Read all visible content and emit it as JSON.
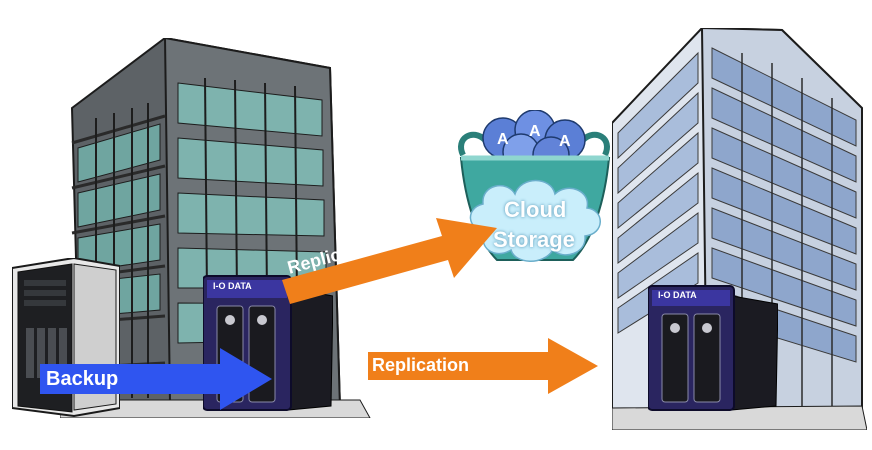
{
  "labels": {
    "backup": "Backup",
    "replication_cloud": "Replication",
    "replication_remote": "Replication",
    "cloud_line1": "Cloud",
    "cloud_line2": "Storage"
  },
  "nas_brand": "I-O DATA",
  "colors": {
    "backup_arrow": "#2f55f0",
    "replication_arrow": "#f07f1a",
    "cloud": "#c9eefb",
    "basket": "#3fa8a0",
    "nas_front": "#2a2560",
    "building_left_glass": "#6fa5a0",
    "building_right_glass": "#a9bddb"
  },
  "icons": [
    "office-building",
    "tower-server",
    "nas-device",
    "cloud-basket",
    "app-ball-icon"
  ]
}
